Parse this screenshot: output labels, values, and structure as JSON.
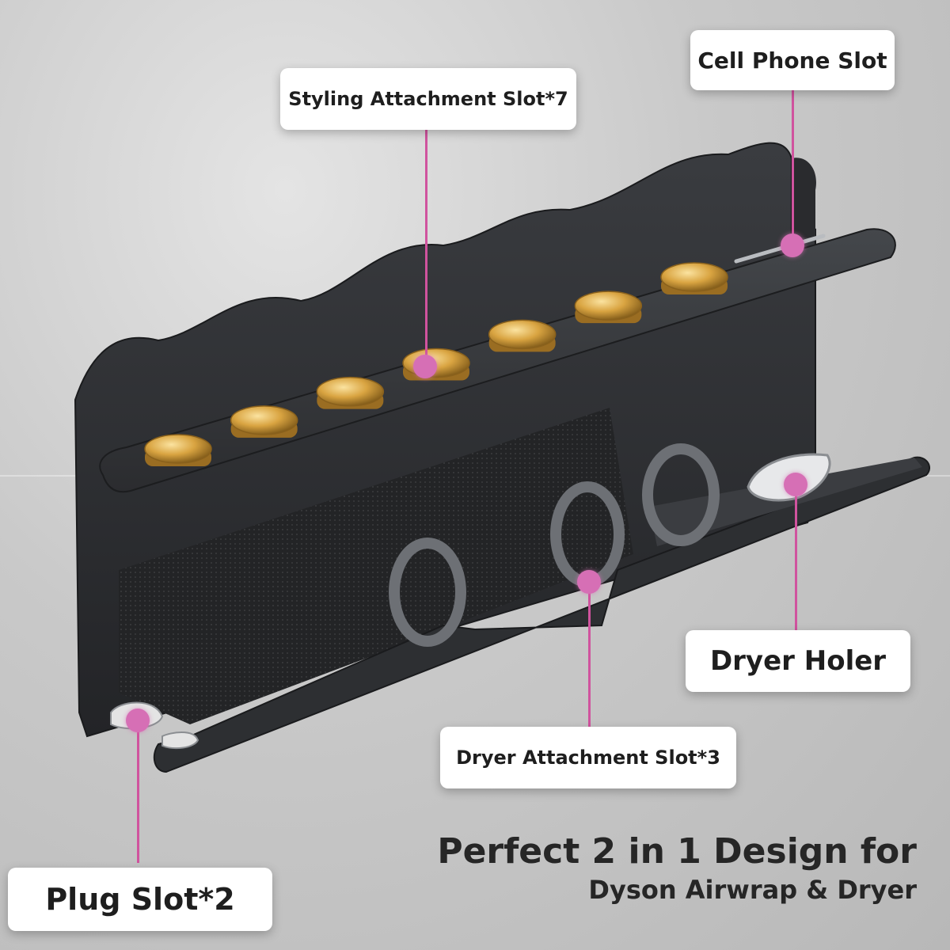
{
  "labels": {
    "styling_slot": "Styling Attachment Slot*7",
    "cell_phone_slot": "Cell Phone Slot",
    "dryer_holder": "Dryer Holer",
    "dryer_attachment_slot": "Dryer Attachment Slot*3",
    "plug_slot": "Plug Slot*2"
  },
  "headline": {
    "line1": "Perfect 2 in 1 Design for",
    "line2": "Dyson Airwrap & Dryer"
  },
  "colors": {
    "accent": "#d66fb5",
    "rack": "#2c2e31",
    "pegs": "#d9a441"
  },
  "counts": {
    "styling_pegs": 7,
    "dryer_attachment_rings": 3,
    "plug_slots": 2
  }
}
